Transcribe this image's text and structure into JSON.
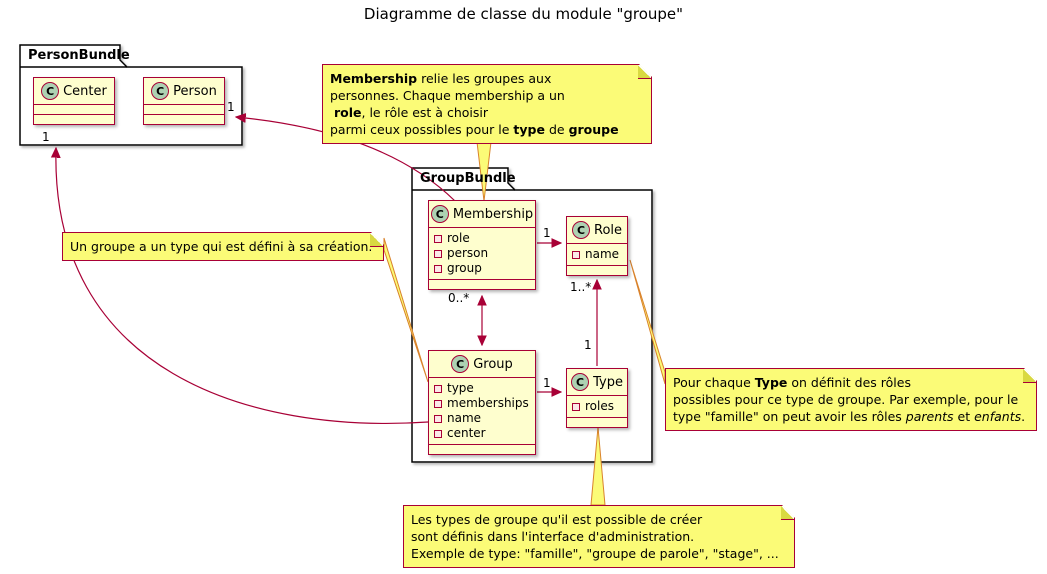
{
  "title": "Diagramme de classe du module \"groupe\"",
  "icon_letter": "C",
  "packages": {
    "person_bundle": {
      "name": "PersonBundle"
    },
    "group_bundle": {
      "name": "GroupBundle"
    }
  },
  "classes": {
    "center": {
      "name": "Center",
      "attributes": []
    },
    "person": {
      "name": "Person",
      "attributes": []
    },
    "membership": {
      "name": "Membership",
      "attributes": [
        "role",
        "person",
        "group"
      ]
    },
    "role": {
      "name": "Role",
      "attributes": [
        "name"
      ]
    },
    "group": {
      "name": "Group",
      "attributes": [
        "type",
        "memberships",
        "name",
        "center"
      ]
    },
    "type": {
      "name": "Type",
      "attributes": [
        "roles"
      ]
    }
  },
  "notes": {
    "membership": {
      "l1a": "Membership",
      "l1b": " relie les groupes aux",
      "l2": "personnes. Chaque membership a un",
      "l3a": " ",
      "l3b": "role",
      "l3c": ", le rôle est à choisir",
      "l4a": "parmi ceux possibles pour le ",
      "l4b": "type",
      "l4c": " de ",
      "l4d": "groupe"
    },
    "group_type": {
      "l1": "Un groupe a un type qui est défini à sa création."
    },
    "type_roles": {
      "l1a": "Pour chaque ",
      "l1b": "Type",
      "l1c": " on définit des rôles",
      "l2": "possibles pour ce type de groupe. Par exemple, pour le",
      "l3a": "type \"famille\" on peut avoir les rôles ",
      "l3b": "parents",
      "l3c": " et ",
      "l3d": "enfants",
      "l3e": "."
    },
    "admin_types": {
      "l1": "Les types de groupe qu'il est possible de créer",
      "l2": "sont définis dans l'interface d'administration.",
      "l3": "Exemple de type: \"famille\", \"groupe de parole\", \"stage\", ..."
    }
  },
  "multiplicities": {
    "person_one": "1",
    "center_one": "1",
    "membership_role_one": "1",
    "group_membership_many": "0..*",
    "group_type_one": "1",
    "type_role_one": "1",
    "type_role_many": "1..*"
  },
  "colors": {
    "class_background": "#FEFECE",
    "class_border": "#A80036",
    "note_background": "#FBFB77",
    "note_border": "#A80036",
    "arrow": "#A80036",
    "note_connector": "#D9822B",
    "package_border": "#000000",
    "class_icon_background": "#ADD1B2"
  }
}
